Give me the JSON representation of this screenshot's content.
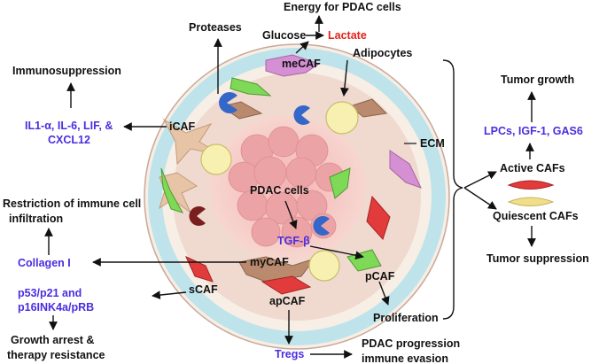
{
  "labels": {
    "energy": "Energy for PDAC cells",
    "glucose": "Glucose",
    "lactate": "Lactate",
    "proteases": "Proteases",
    "mecaf": "meCAF",
    "adipocytes": "Adipocytes",
    "immunosuppression": "Immunosuppression",
    "cytokines_line1": "IL1-α, IL-6, LIF, &",
    "cytokines_line2": "CXCL12",
    "icaf": "iCAF",
    "ecm": "ECM",
    "pdac_cells": "PDAC cells",
    "tgfb": "TGF-β",
    "restriction_line1": "Restriction of immune cell",
    "restriction_line2": "infiltration",
    "collagen": "Collagen I",
    "mycaf": "myCAF",
    "pcaf": "pCAF",
    "p53_line1": "p53/p21 and",
    "p53_line2": "p16INK4a/pRB",
    "scaf": "sCAF",
    "apcaf": "apCAF",
    "proliferation": "Proliferation",
    "growth_arrest_line1": "Growth arrest &",
    "growth_arrest_line2": "therapy resistance",
    "tregs": "Tregs",
    "pdac_prog_line1": "PDAC progression",
    "pdac_prog_line2": "immune evasion",
    "tumor_growth": "Tumor growth",
    "lpcs": "LPCs, IGF-1, GAS6",
    "active_cafs": "Active CAFs",
    "quiescent_cafs": "Quiescent CAFs",
    "tumor_suppression": "Tumor suppression"
  },
  "colors": {
    "blue_text": "#4a2ee0",
    "red_text": "#e2231a",
    "tumor": "#f3b9b8",
    "ecm_ring": "#bfe3ea",
    "icaf": "#e8c4a6",
    "mecaf": "#d58fd3",
    "mycaf": "#b98a6e",
    "pcaf": "#7ed957",
    "apcaf": "#e23b3b",
    "adipocyte": "#f7f0b0",
    "protease": "#3567c8"
  }
}
